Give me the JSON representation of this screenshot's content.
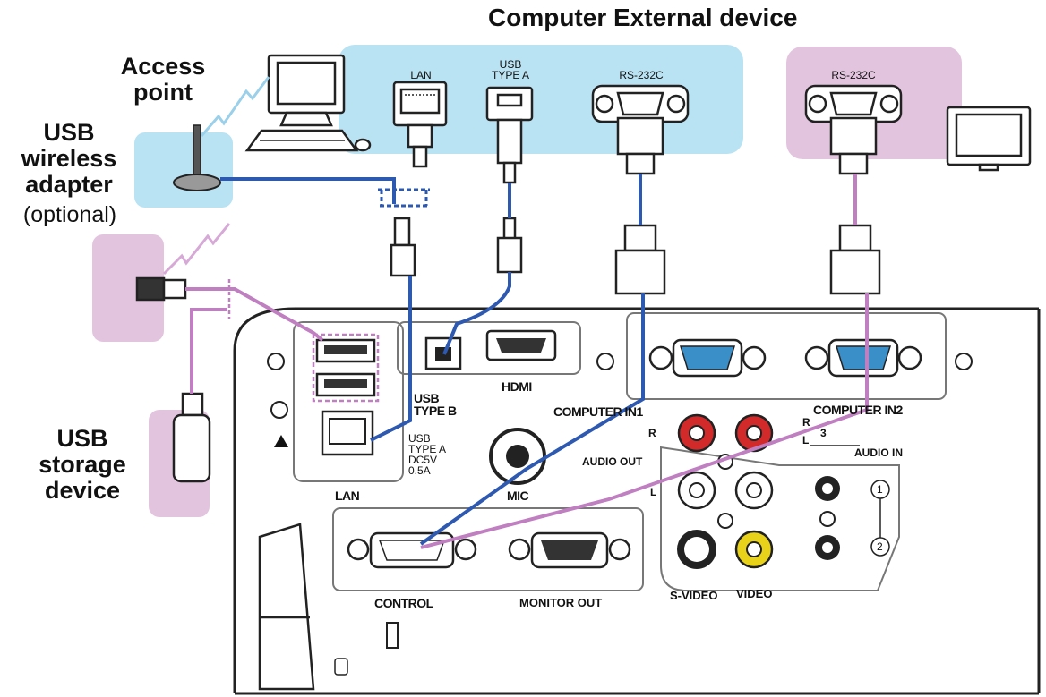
{
  "labels": {
    "title": "Computer External device",
    "access_point": [
      "Access",
      "point"
    ],
    "usb_wireless": [
      "USB",
      "wireless",
      "adapter"
    ],
    "optional": "(optional)",
    "usb_storage": [
      "USB",
      "storage",
      "device"
    ],
    "lan_top": "LAN",
    "usb_type_a_top": [
      "USB",
      "TYPE A"
    ],
    "rs232c_left": "RS-232C",
    "rs232c_right": "RS-232C",
    "lan_panel": "LAN",
    "usb_type_b": [
      "USB",
      "TYPE B"
    ],
    "hdmi": "HDMI",
    "computer_in1": "COMPUTER IN1",
    "computer_in2": "COMPUTER IN2",
    "usb_type_a_panel": [
      "USB",
      "TYPE A",
      "DC5V",
      "0.5A"
    ],
    "mic": "MIC",
    "audio_out": "AUDIO OUT",
    "audio_in": "AUDIO IN",
    "r_left": "R",
    "l_left": "L",
    "r_right": "R",
    "l_right": "L",
    "audio_in_1": "1",
    "audio_in_2": "2",
    "audio_in_3": "3",
    "control": "CONTROL",
    "monitor_out": "MONITOR OUT",
    "s_video": "S-VIDEO",
    "video": "VIDEO"
  },
  "colors": {
    "blue_zone": "#b9e2f3",
    "pink_zone": "#e3c4df",
    "blue_cable": "#2e59b0",
    "pink_cable": "#bf7fc0",
    "vga_port": "#3b8fc9",
    "rca_red": "#d22a2a",
    "rca_yellow": "#e8d21a"
  }
}
